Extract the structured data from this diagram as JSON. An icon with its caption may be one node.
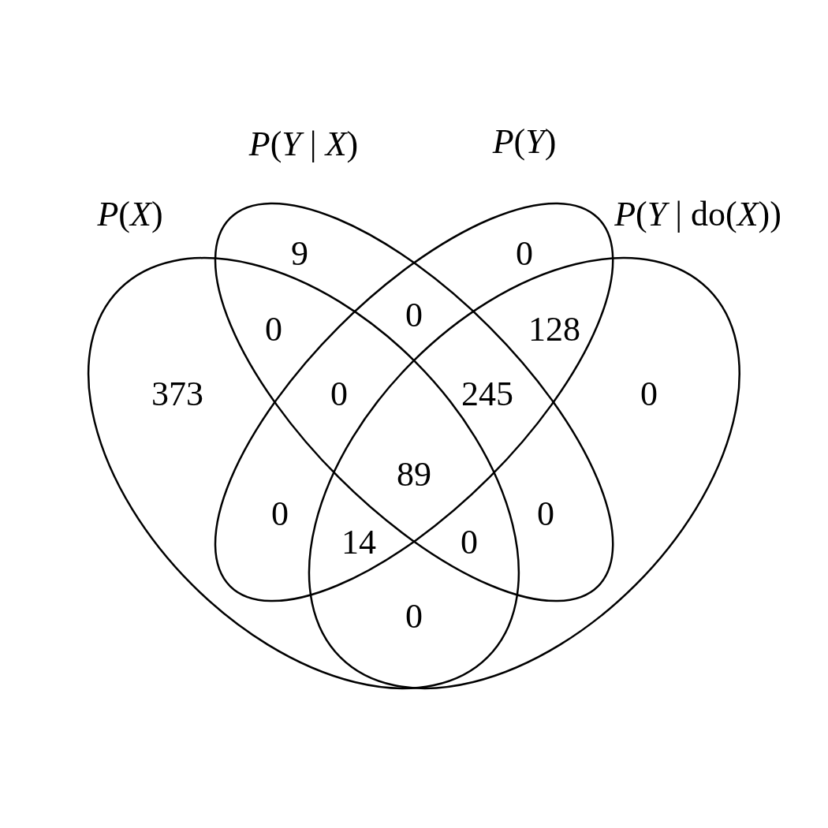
{
  "diagram": {
    "nodes": [
      {
        "text": [
          "*P*(*X*)"
        ]
      },
      {
        "text": [
          "*P*(*Y* | *X*)"
        ]
      },
      {
        "text": [
          "*P*(*Y*)"
        ]
      },
      {
        "text": [
          "*P*(*Y* | do(*X*))"
        ]
      }
    ],
    "labels": [
      "9",
      "0",
      "0",
      "0",
      "128",
      "373",
      "0",
      "245",
      "0",
      "89",
      "0",
      "0",
      "14",
      "0",
      "0"
    ]
  }
}
